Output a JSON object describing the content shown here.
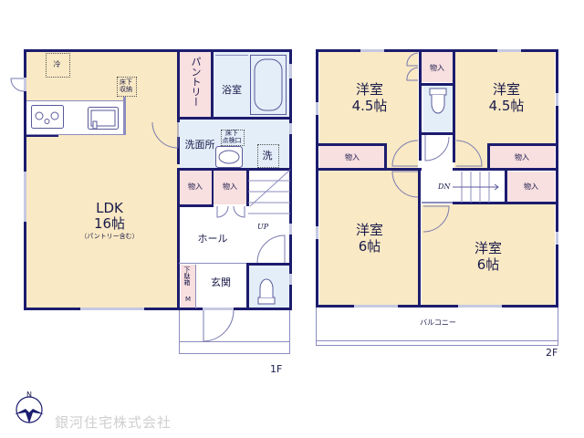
{
  "floor1": {
    "label": "1F",
    "rooms": {
      "ldk": {
        "name": "LDK",
        "size": "16帖",
        "note": "（パントリー含む）"
      },
      "fridge": "冷",
      "underfloor_storage": [
        "床下",
        "収納"
      ],
      "pantry": "パントリー",
      "bathroom": "浴室",
      "washroom": "洗面所",
      "inspection_hatch": [
        "床下",
        "点検口"
      ],
      "washer": "洗",
      "storage_a": "物入",
      "storage_b": "物入",
      "hall": "ホール",
      "up": "UP",
      "shoe_box": "下駄箱",
      "shoe_box_m": "M",
      "entrance": "玄関"
    }
  },
  "floor2": {
    "label": "2F",
    "rooms": {
      "room_nw": {
        "name": "洋室",
        "size": "4.5帖"
      },
      "room_ne": {
        "name": "洋室",
        "size": "4.5帖"
      },
      "room_sw": {
        "name": "洋室",
        "size": "6帖"
      },
      "room_se": {
        "name": "洋室",
        "size": "6帖"
      },
      "storage_top": "物入",
      "storage_left": "物入",
      "storage_right": "物入",
      "storage_stair": "物入",
      "down": "DN",
      "balcony": "バルコニー"
    }
  },
  "compass": {
    "north": "N"
  },
  "company": "銀河住宅株式会社",
  "colors": {
    "wall": "#1c1c6e",
    "living": "#f9e9c4",
    "storage": "#f8dfe0",
    "wet": "#e3eef8"
  }
}
